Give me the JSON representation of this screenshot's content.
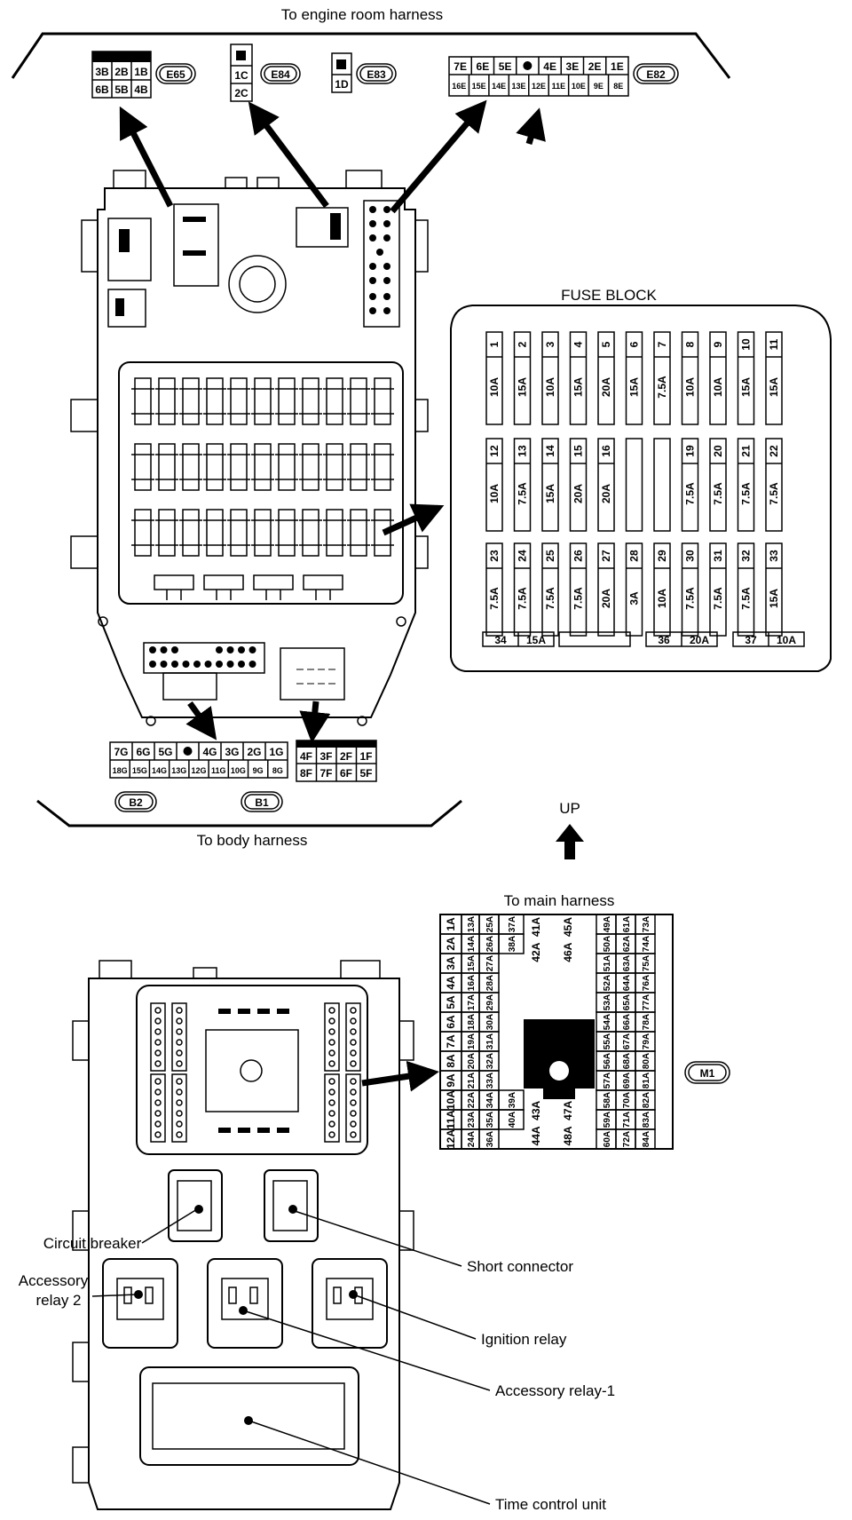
{
  "labels": {
    "engine_harness": "To engine room harness",
    "body_harness": "To body harness",
    "fuse_block": "FUSE BLOCK",
    "up": "UP",
    "main_harness": "To main harness"
  },
  "connectors": {
    "e65": "E65",
    "e84": "E84",
    "e83": "E83",
    "e82": "E82",
    "b1": "B1",
    "b2": "B2",
    "m1": "M1"
  },
  "pins": {
    "e65": [
      [
        "3B",
        "2B",
        "1B"
      ],
      [
        "6B",
        "5B",
        "4B"
      ]
    ],
    "e84": [
      "1C",
      "2C"
    ],
    "e83": [
      "1D"
    ],
    "e82": [
      [
        "7E",
        "6E",
        "5E",
        "",
        "4E",
        "3E",
        "2E",
        "1E"
      ],
      [
        "16E",
        "15E",
        "14E",
        "13E",
        "12E",
        "11E",
        "10E",
        "9E",
        "8E"
      ]
    ],
    "b2": [
      [
        "7G",
        "6G",
        "5G",
        "",
        "4G",
        "3G",
        "2G",
        "1G"
      ],
      [
        "18G",
        "15G",
        "14G",
        "13G",
        "12G",
        "11G",
        "10G",
        "9G",
        "8G"
      ]
    ],
    "b1": [
      [
        "4F",
        "3F",
        "2F",
        "1F"
      ],
      [
        "8F",
        "7F",
        "6F",
        "5F"
      ]
    ],
    "m1_left": [
      [
        "1A",
        "13A",
        "25A",
        "37A"
      ],
      [
        "2A",
        "14A",
        "26A",
        "38A"
      ],
      [
        "3A",
        "15A",
        "27A",
        ""
      ],
      [
        "4A",
        "16A",
        "28A",
        ""
      ],
      [
        "5A",
        "17A",
        "29A",
        ""
      ],
      [
        "6A",
        "18A",
        "30A",
        ""
      ],
      [
        "7A",
        "19A",
        "31A",
        ""
      ],
      [
        "8A",
        "20A",
        "32A",
        ""
      ],
      [
        "9A",
        "21A",
        "33A",
        ""
      ],
      [
        "10A",
        "22A",
        "34A",
        "39A"
      ],
      [
        "11A",
        "23A",
        "35A",
        "40A"
      ],
      [
        "12A",
        "24A",
        "36A",
        ""
      ]
    ],
    "m1_mid": [
      [
        "41A",
        "45A"
      ],
      [
        "42A",
        "46A"
      ],
      [
        "43A",
        "47A"
      ],
      [
        "44A",
        "48A"
      ]
    ],
    "m1_right": [
      [
        "49A",
        "61A",
        "73A"
      ],
      [
        "50A",
        "62A",
        "74A"
      ],
      [
        "51A",
        "63A",
        "75A"
      ],
      [
        "52A",
        "64A",
        "76A"
      ],
      [
        "53A",
        "65A",
        "77A"
      ],
      [
        "54A",
        "66A",
        "78A"
      ],
      [
        "55A",
        "67A",
        "79A"
      ],
      [
        "56A",
        "68A",
        "80A"
      ],
      [
        "57A",
        "69A",
        "81A"
      ],
      [
        "58A",
        "70A",
        "82A"
      ],
      [
        "59A",
        "71A",
        "83A"
      ],
      [
        "60A",
        "72A",
        "84A"
      ]
    ]
  },
  "fuses": [
    {
      "num": "1",
      "amp": "10A"
    },
    {
      "num": "2",
      "amp": "15A"
    },
    {
      "num": "3",
      "amp": "10A"
    },
    {
      "num": "4",
      "amp": "15A"
    },
    {
      "num": "5",
      "amp": "20A"
    },
    {
      "num": "6",
      "amp": "15A"
    },
    {
      "num": "7",
      "amp": "7.5A"
    },
    {
      "num": "8",
      "amp": "10A"
    },
    {
      "num": "9",
      "amp": "10A"
    },
    {
      "num": "10",
      "amp": "15A"
    },
    {
      "num": "11",
      "amp": "15A"
    },
    {
      "num": "12",
      "amp": "10A"
    },
    {
      "num": "13",
      "amp": "7.5A"
    },
    {
      "num": "14",
      "amp": "15A"
    },
    {
      "num": "15",
      "amp": "20A"
    },
    {
      "num": "16",
      "amp": "20A"
    },
    {
      "num": "",
      "amp": ""
    },
    {
      "num": "",
      "amp": ""
    },
    {
      "num": "19",
      "amp": "7.5A"
    },
    {
      "num": "20",
      "amp": "7.5A"
    },
    {
      "num": "21",
      "amp": "7.5A"
    },
    {
      "num": "22",
      "amp": "7.5A"
    },
    {
      "num": "23",
      "amp": "7.5A"
    },
    {
      "num": "24",
      "amp": "7.5A"
    },
    {
      "num": "25",
      "amp": "7.5A"
    },
    {
      "num": "26",
      "amp": "7.5A"
    },
    {
      "num": "27",
      "amp": "20A"
    },
    {
      "num": "28",
      "amp": "3A"
    },
    {
      "num": "29",
      "amp": "10A"
    },
    {
      "num": "30",
      "amp": "7.5A"
    },
    {
      "num": "31",
      "amp": "7.5A"
    },
    {
      "num": "32",
      "amp": "7.5A"
    },
    {
      "num": "33",
      "amp": "15A"
    }
  ],
  "bottom_fuses": [
    {
      "num": "34",
      "amp": "15A"
    },
    {
      "num": "36",
      "amp": "20A"
    },
    {
      "num": "37",
      "amp": "10A"
    }
  ],
  "callouts": {
    "circuit_breaker": "Circuit breaker",
    "short_connector": "Short connector",
    "accessory_relay_2_line1": "Accessory",
    "accessory_relay_2_line2": "relay 2",
    "ignition_relay": "Ignition relay",
    "accessory_relay_1": "Accessory relay-1",
    "time_control_unit": "Time control unit"
  }
}
